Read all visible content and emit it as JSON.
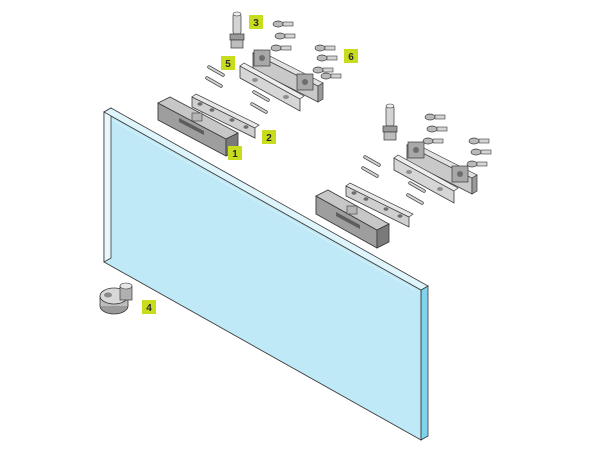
{
  "diagram": {
    "kind": "exploded-assembly",
    "colors": {
      "glass_fill": "#bfe9f6",
      "glass_edge": "#7fd3ec",
      "metal_dark": "#8f8f8f",
      "metal_mid": "#b9b9b9",
      "metal_light": "#e2e2e2",
      "outline": "#3a3a3a",
      "callout_bg": "#c8dc1e",
      "callout_text": "#2a2a2a"
    },
    "callouts": [
      {
        "id": "1",
        "label": "1",
        "part": "clamp-housing"
      },
      {
        "id": "2",
        "label": "2",
        "part": "clamp-plate"
      },
      {
        "id": "3",
        "label": "3",
        "part": "pivot-pin"
      },
      {
        "id": "4",
        "label": "4",
        "part": "floor-pivot"
      },
      {
        "id": "5",
        "label": "5",
        "part": "dowel-pins"
      },
      {
        "id": "6",
        "label": "6",
        "part": "screws"
      }
    ]
  }
}
